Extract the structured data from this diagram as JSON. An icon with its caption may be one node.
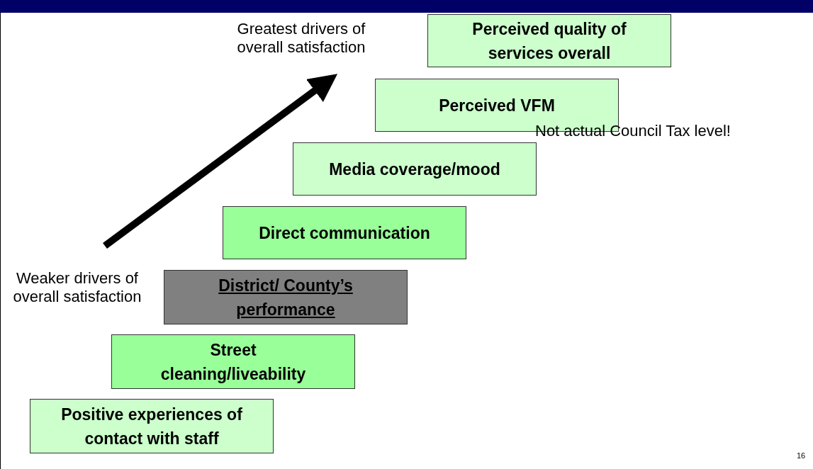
{
  "diagram": {
    "nodes": [
      {
        "text": [
          "Perceived quality of services overall"
        ]
      },
      {
        "text": [
          "Perceived VFM"
        ],
        "beside": [
          "Not actual Council Tax level!"
        ]
      },
      {
        "text": [
          "Media coverage/mood"
        ]
      },
      {
        "text": [
          "Direct communication"
        ]
      },
      {
        "text": [
          "District/ County’s performance"
        ]
      },
      {
        "text": [
          "Street cleaning/liveability"
        ]
      },
      {
        "text": [
          "Positive experiences of contact with staff"
        ]
      }
    ],
    "edges": [],
    "labels": [
      "Greatest drivers of overall satisfaction",
      "Weaker drivers of overall satisfaction",
      "16"
    ]
  }
}
